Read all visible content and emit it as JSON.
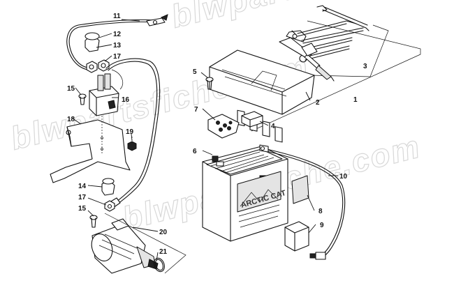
{
  "watermark": {
    "text": "blwpartsfiche.com"
  },
  "battery_label": "ARCTIC CAT",
  "callouts": [
    {
      "id": "c1",
      "label": "1"
    },
    {
      "id": "c2",
      "label": "2"
    },
    {
      "id": "c3",
      "label": "3"
    },
    {
      "id": "c4",
      "label": "4"
    },
    {
      "id": "c5",
      "label": "5"
    },
    {
      "id": "c6",
      "label": "6"
    },
    {
      "id": "c7",
      "label": "7"
    },
    {
      "id": "c8",
      "label": "8"
    },
    {
      "id": "c9",
      "label": "9"
    },
    {
      "id": "c10",
      "label": "10"
    },
    {
      "id": "c11",
      "label": "11"
    },
    {
      "id": "c12",
      "label": "12"
    },
    {
      "id": "c13",
      "label": "13"
    },
    {
      "id": "c14",
      "label": "14"
    },
    {
      "id": "c15a",
      "label": "15"
    },
    {
      "id": "c15b",
      "label": "15"
    },
    {
      "id": "c16",
      "label": "16"
    },
    {
      "id": "c17a",
      "label": "17"
    },
    {
      "id": "c17b",
      "label": "17"
    },
    {
      "id": "c18",
      "label": "18"
    },
    {
      "id": "c19",
      "label": "19"
    },
    {
      "id": "c20",
      "label": "20"
    },
    {
      "id": "c21",
      "label": "21"
    }
  ]
}
